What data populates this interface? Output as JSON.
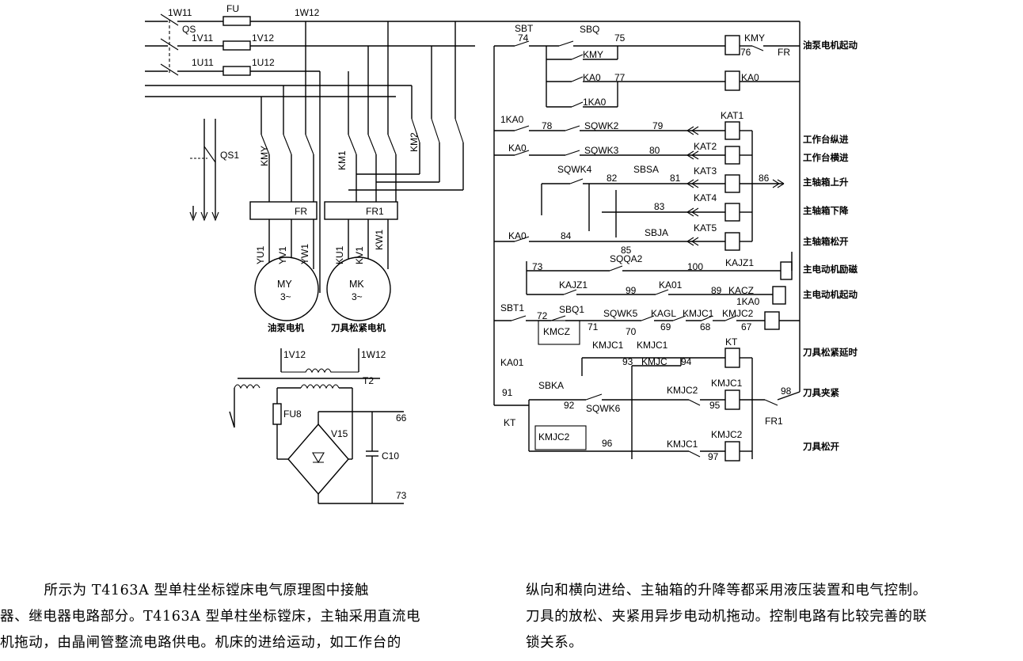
{
  "diagram": {
    "power": {
      "l1": "1W11",
      "l2": "1V11",
      "l3": "1U11",
      "switch": "QS",
      "fuse": "FU",
      "o1": "1W12",
      "o2": "1V12",
      "o3": "1U12"
    },
    "left": {
      "qs1": "QS1",
      "kmy": "KMY",
      "km1": "KM1",
      "km2": "KM2",
      "fr": "FR",
      "fr1": "FR1",
      "yu1": "YU1",
      "yv1": "YV1",
      "yw1": "YW1",
      "ku1": "KU1",
      "kv1": "KV1",
      "kw1": "KW1",
      "motor1": "MY",
      "motor2": "MK",
      "phase": "3~",
      "caption1": "油泵电机",
      "caption2": "刀具松紧电机"
    },
    "supply": {
      "v12": "1V12",
      "w12": "1W12",
      "t2": "T2",
      "fu8": "FU8",
      "v15": "V15",
      "c10": "C10",
      "n66": "66",
      "n73": "73"
    },
    "control": {
      "sbt": "SBT",
      "sbq": "SBQ",
      "kmy_coil": "KMY",
      "fr": "FR",
      "kmy_c": "KMY",
      "ka0_c": "KA0",
      "ka0_coil": "KA0",
      "onekao1": "1KA0",
      "onekao2": "1KA0",
      "ka0_a": "KA0",
      "ka0_b": "KA0",
      "sqwk2": "SQWK2",
      "sqwk3": "SQWK3",
      "sqwk4": "SQWK4",
      "sbsa": "SBSA",
      "sbja": "SBJA",
      "kat1": "KAT1",
      "kat2": "KAT2",
      "kat3": "KAT3",
      "kat4": "KAT4",
      "kat5": "KAT5",
      "sqqa2": "SQQA2",
      "kajz1_coil": "KAJZ1",
      "kajz1": "KAJZ1",
      "ka01": "KA01",
      "kacz": "KACZ",
      "onekao3": "1KA0",
      "sbt1": "SBT1",
      "sbq1": "SBQ1",
      "kmcz": "KMCZ",
      "sqwk5": "SQWK5",
      "kagl": "KAGL",
      "kmjc1a": "KMJC1",
      "kmjc2a": "KMJC2",
      "kmjc1b": "KMJC1",
      "kmjc1c": "KMJC1",
      "kmjc": "KMJC",
      "kt_coil": "KT",
      "ka01b": "KA01",
      "sbka": "SBKA",
      "sqwk6": "SQWK6",
      "kt": "KT",
      "kmjc2b": "KMJC2",
      "kmjc1_coil": "KMJC1",
      "fr1": "FR1",
      "kmjc2c": "KMJC2",
      "kmjc1d": "KMJC1",
      "kmjc2_coil": "KMJC2"
    },
    "nodes": {
      "n74": "74",
      "n75": "75",
      "n76": "76",
      "n77": "77",
      "n78": "78",
      "n79": "79",
      "n80": "80",
      "n81": "81",
      "n82": "82",
      "n83": "83",
      "n84": "84",
      "n85": "85",
      "n86": "86",
      "n73b": "73",
      "n100": "100",
      "n99": "99",
      "n89": "89",
      "n72": "72",
      "n71": "71",
      "n70": "70",
      "n69": "69",
      "n68": "68",
      "n67": "67",
      "n93": "93",
      "n94": "94",
      "n91": "91",
      "n92": "92",
      "n95": "95",
      "n98": "98",
      "n96": "96",
      "n97": "97"
    },
    "functions": [
      "油泵电机起动",
      "工作台纵进",
      "工作台横进",
      "主轴箱上升",
      "主轴箱下降",
      "主轴箱松开",
      "主电动机励磁",
      "主电动机起动",
      "刀具松紧延时",
      "刀具夹紧",
      "刀具松开"
    ]
  },
  "text": {
    "para_left": "         所示为 T4163A 型单柱坐标镗床电气原理图中接触\n器、继电器电路部分。T4163A 型单柱坐标镗床，主轴采用直流电\n机拖动，由晶闸管整流电路供电。机床的进给运动，如工作台的",
    "para_right": "纵向和横向进给、主轴箱的升降等都采用液压装置和电气控制。\n刀具的放松、夹紧用异步电动机拖动。控制电路有比较完善的联\n锁关系。"
  }
}
